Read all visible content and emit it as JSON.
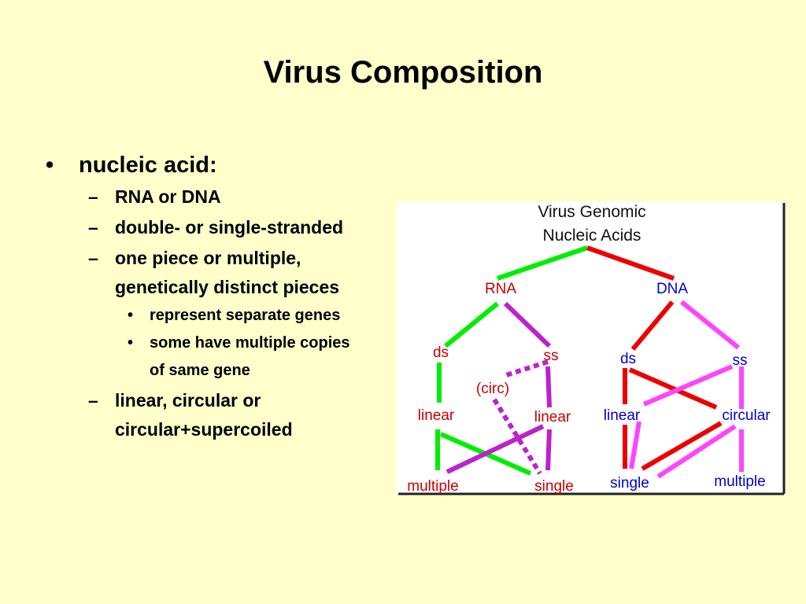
{
  "slide": {
    "title": "Virus Composition",
    "bullet_mark": "•",
    "dash_mark": "–",
    "items": [
      {
        "label": "nucleic acid:"
      },
      {
        "label": "RNA or DNA"
      },
      {
        "label": "double- or single-stranded"
      },
      {
        "label_line1": "one piece or multiple,",
        "label_line2": "genetically distinct pieces"
      },
      {
        "label": "represent separate genes"
      },
      {
        "label_line1": "some have multiple copies",
        "label_line2": "of same gene"
      },
      {
        "label_line1": "linear, circular or",
        "label_line2": "circular+supercoiled"
      }
    ]
  },
  "diagram": {
    "title_line1": "Virus Genomic",
    "title_line2": "Nucleic Acids",
    "rna": "RNA",
    "dna": "DNA",
    "rna_ds": "ds",
    "rna_ss": "ss",
    "circ": "(circ)",
    "rna_linear_left": "linear",
    "rna_linear_right": "linear",
    "rna_multiple": "multiple",
    "rna_single": "single",
    "dna_ds": "ds",
    "dna_ss": "ss",
    "dna_linear": "linear",
    "dna_circular": "circular",
    "dna_single": "single",
    "dna_multiple": "multiple",
    "colors": {
      "green": "#00ee00",
      "red": "#ee0000",
      "purple": "#bb22cc",
      "magenta": "#ff44ff",
      "rna_text": "#cc0000",
      "dna_text": "#0000cc"
    }
  }
}
